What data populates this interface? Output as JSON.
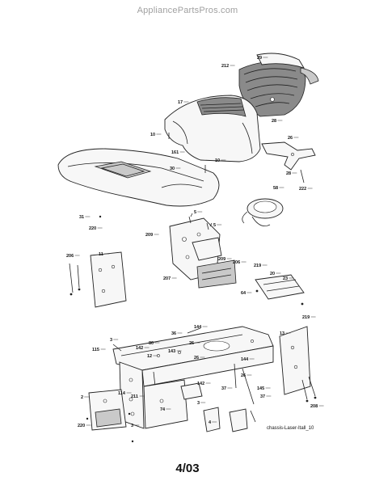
{
  "watermark": "AppliancePartsPros.com",
  "figure_id": "chassis-Laser-Itall_10",
  "date_code": "4/03",
  "callouts": [
    {
      "label": "29"
    },
    {
      "label": "212"
    },
    {
      "label": "28"
    },
    {
      "label": "17"
    },
    {
      "label": "10"
    },
    {
      "label": "161"
    },
    {
      "label": "30"
    },
    {
      "label": "10"
    },
    {
      "label": "26"
    },
    {
      "label": "28"
    },
    {
      "label": "222"
    },
    {
      "label": "58"
    },
    {
      "label": "31"
    },
    {
      "label": "220"
    },
    {
      "label": "5"
    },
    {
      "label": "5"
    },
    {
      "label": "209"
    },
    {
      "label": "206"
    },
    {
      "label": "11"
    },
    {
      "label": "207"
    },
    {
      "label": "209"
    },
    {
      "label": "206"
    },
    {
      "label": "64"
    },
    {
      "label": "219"
    },
    {
      "label": "20"
    },
    {
      "label": "23"
    },
    {
      "label": "219"
    },
    {
      "label": "36"
    },
    {
      "label": "144"
    },
    {
      "label": "3"
    },
    {
      "label": "115"
    },
    {
      "label": "142"
    },
    {
      "label": "80"
    },
    {
      "label": "12"
    },
    {
      "label": "26"
    },
    {
      "label": "143"
    },
    {
      "label": "144"
    },
    {
      "label": "26"
    },
    {
      "label": "26"
    },
    {
      "label": "13"
    },
    {
      "label": "142"
    },
    {
      "label": "37"
    },
    {
      "label": "145"
    },
    {
      "label": "37"
    },
    {
      "label": "2"
    },
    {
      "label": "114"
    },
    {
      "label": "211"
    },
    {
      "label": "74"
    },
    {
      "label": "3"
    },
    {
      "label": "4"
    },
    {
      "label": "208"
    },
    {
      "label": "220"
    },
    {
      "label": "3"
    }
  ]
}
